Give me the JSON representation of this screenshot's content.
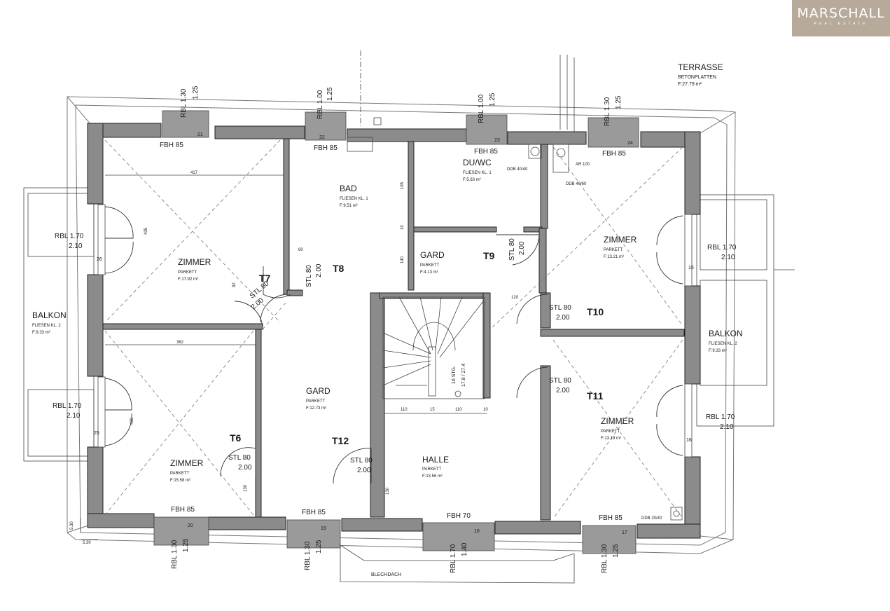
{
  "logo": {
    "main": "MARSCHALL",
    "sub": "REAL ESTATE"
  },
  "terrace": {
    "title": "TERRASSE",
    "sub": "BETONPLATTEN",
    "area": "F:27.79 m²"
  },
  "roof_label": "BLECHDACH",
  "rooms": [
    {
      "id": "T6",
      "name": "ZIMMER",
      "floor": "PARKETT",
      "area": "F:15.58 m²"
    },
    {
      "id": "T7",
      "name": "ZIMMER",
      "floor": "PARKETT",
      "area": "F:17.92 m²"
    },
    {
      "id": "T8",
      "name": "BAD",
      "floor": "FLIESEN KL. 1",
      "area": "F:9.51 m²"
    },
    {
      "id": "",
      "name": "DU/WC",
      "floor": "FLIESEN KL. 1",
      "area": "F:5.63 m²"
    },
    {
      "id": "T9",
      "name": "GARD",
      "floor": "PARKETT",
      "area": "F:4.13 m²"
    },
    {
      "id": "T10",
      "name": "ZIMMER",
      "floor": "PARKETT",
      "area": "F:13.21 m²"
    },
    {
      "id": "T11",
      "name": "ZIMMER",
      "floor": "PARKETT",
      "area": "F:13.19 m²"
    },
    {
      "id": "T12",
      "name": "GARD",
      "floor": "PARKETT",
      "area": "F:12.73 m²"
    },
    {
      "id": "",
      "name": "HALLE",
      "floor": "PARKETT",
      "area": "F:13.56 m²"
    }
  ],
  "balconies": [
    {
      "name": "BALKON",
      "floor": "FLIESEN KL. 2",
      "area": "F:9.33 m²"
    },
    {
      "name": "BALKON",
      "floor": "FLIESEN KL. 2",
      "area": "F:9.33 m²"
    }
  ],
  "doors": {
    "stl80": "STL 80",
    "h200": "2.00",
    "rbl170": "RBL 1.70",
    "h210": "2.10"
  },
  "windows": {
    "fbh85": "FBH 85",
    "fbh70": "FBH 70",
    "rbl130": "RBL 1.30",
    "rbl100": "RBL 1.00",
    "rbl170": "RBL 1.70",
    "h125": "1.25",
    "h140": "1.40",
    "n21": "21",
    "n22": "22",
    "n23": "23",
    "n24": "24",
    "n25": "25",
    "n26": "26",
    "n15": "15",
    "n16": "16",
    "n17": "17",
    "n18": "18",
    "n19": "19",
    "n20": "20"
  },
  "ducts": {
    "ddb4040": "DDB 40/40",
    "ddb4060": "DDB 40/60",
    "ddb2040": "DDB 20/40",
    "ar100": "AR 100"
  },
  "stairs": {
    "steps": "16 STG.",
    "ratio": "17.8 / 27.4"
  },
  "dims": {
    "d417": "417",
    "d362": "362",
    "d435": "435",
    "d430": "430",
    "d92": "92",
    "d60": "60",
    "d195": "195",
    "d10": "10",
    "d140": "140",
    "d120": "120",
    "d110": "110",
    "d15": "15",
    "d130": "130",
    "d530": "5.30"
  }
}
